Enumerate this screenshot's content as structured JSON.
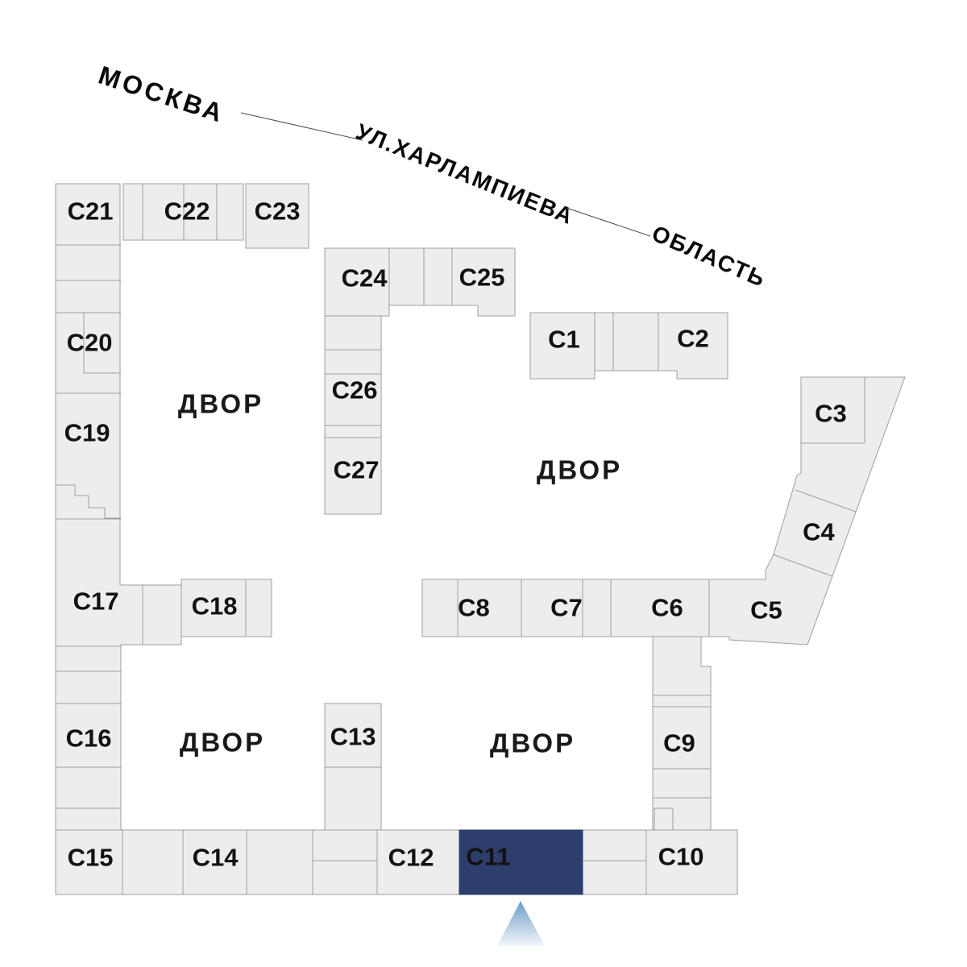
{
  "plan": {
    "streets": {
      "city_left": "МОСКВА",
      "street_name": "УЛ.ХАРЛАМПИЕВА",
      "city_right": "ОБЛАСТЬ"
    },
    "yards": [
      "ДВОР",
      "ДВОР",
      "ДВОР",
      "ДВОР"
    ],
    "sections": {
      "c1": "С1",
      "c2": "С2",
      "c3": "С3",
      "c4": "С4",
      "c5": "С5",
      "c6": "С6",
      "c7": "С7",
      "c8": "С8",
      "c9": "С9",
      "c10": "С10",
      "c12": "С12",
      "c13": "С13",
      "c14": "С14",
      "c15": "С15",
      "c16": "С16",
      "c17": "С17",
      "c18": "С18",
      "c19": "С19",
      "c20": "С20",
      "c21": "С21",
      "c22": "С22",
      "c23": "С23",
      "c24": "С24",
      "c25": "С25",
      "c26": "С26",
      "c27": "С27"
    },
    "selected": {
      "id": "c11",
      "label": "С11"
    },
    "colors": {
      "block_fill": "#ededed",
      "block_stroke": "#9e9e9e",
      "selected_fill": "#2d3e6d",
      "selected_text": "#ffffff",
      "marker_top": "#6e9dc6",
      "marker_bottom": "#f2f7fb",
      "label_color": "#121212"
    }
  }
}
